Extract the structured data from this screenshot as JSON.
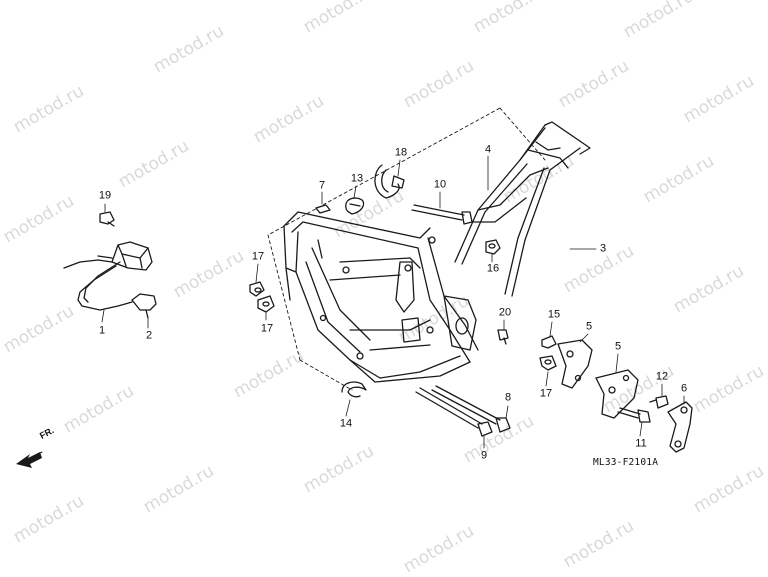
{
  "watermark": {
    "text": "motod.ru"
  },
  "diagram_code": "ML33-F2101A",
  "front_indicator": "FR.",
  "callouts": [
    {
      "id": "c1",
      "label": "1"
    },
    {
      "id": "c2",
      "label": "2"
    },
    {
      "id": "c3",
      "label": "3"
    },
    {
      "id": "c4",
      "label": "4"
    },
    {
      "id": "c5a",
      "label": "5"
    },
    {
      "id": "c5b",
      "label": "5"
    },
    {
      "id": "c6",
      "label": "6"
    },
    {
      "id": "c7",
      "label": "7"
    },
    {
      "id": "c8",
      "label": "8"
    },
    {
      "id": "c9",
      "label": "9"
    },
    {
      "id": "c10",
      "label": "10"
    },
    {
      "id": "c11",
      "label": "11"
    },
    {
      "id": "c12",
      "label": "12"
    },
    {
      "id": "c13",
      "label": "13"
    },
    {
      "id": "c14",
      "label": "14"
    },
    {
      "id": "c15",
      "label": "15"
    },
    {
      "id": "c16",
      "label": "16"
    },
    {
      "id": "c17a",
      "label": "17"
    },
    {
      "id": "c17b",
      "label": "17"
    },
    {
      "id": "c17c",
      "label": "17"
    },
    {
      "id": "c18",
      "label": "18"
    },
    {
      "id": "c19",
      "label": "19"
    },
    {
      "id": "c20",
      "label": "20"
    }
  ],
  "colors": {
    "line": "#1a1a1a",
    "watermark": "#d9d9d9",
    "background": "#ffffff"
  }
}
